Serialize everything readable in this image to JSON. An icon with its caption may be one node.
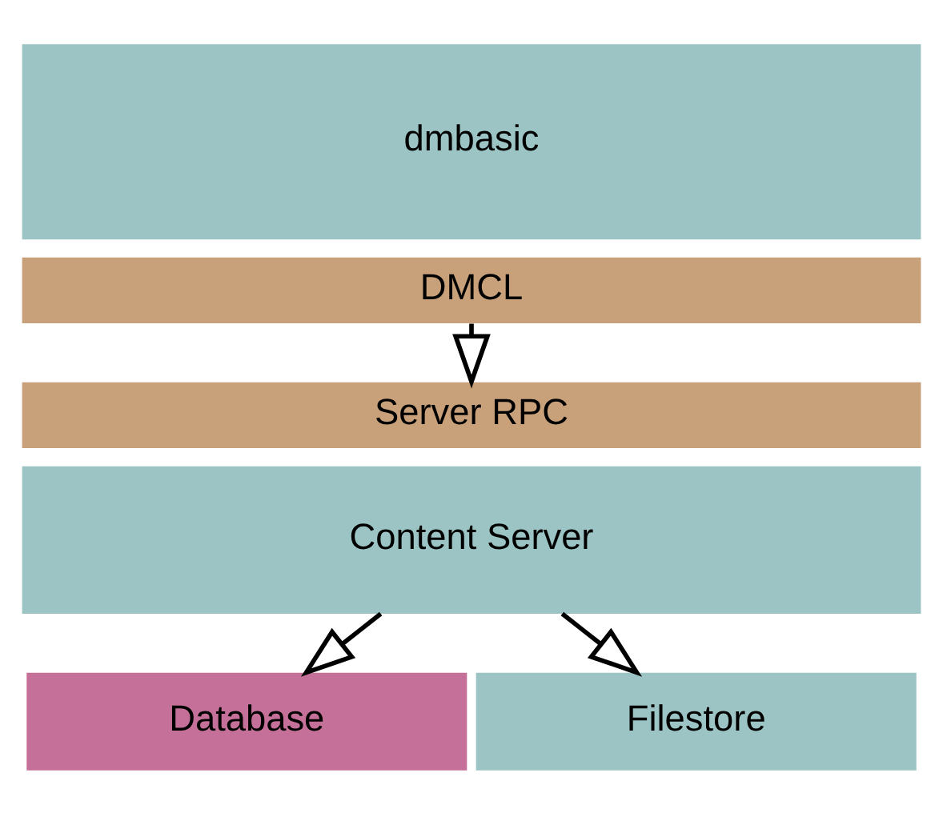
{
  "diagram": {
    "nodes": [
      {
        "text": [
          "dmbasic"
        ]
      },
      {
        "text": [
          "DMCL"
        ]
      },
      {
        "text": [
          "Server RPC"
        ]
      },
      {
        "text": [
          "Content Server"
        ]
      },
      {
        "text": [
          "Database"
        ]
      },
      {
        "text": [
          "Filestore"
        ]
      }
    ],
    "edges": [
      {
        "from": 1,
        "to": 2,
        "arrow": "to"
      },
      {
        "from": 3,
        "to": 4,
        "arrow": "to"
      },
      {
        "from": 3,
        "to": 5,
        "arrow": "to"
      }
    ]
  }
}
